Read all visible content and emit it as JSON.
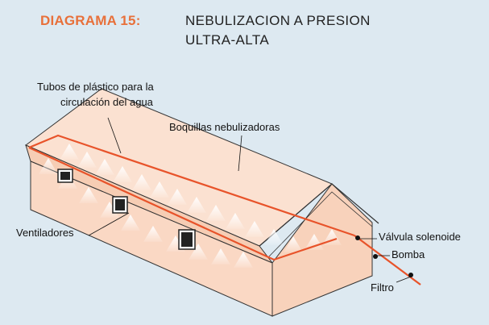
{
  "header": {
    "label": "DIAGRAMA 15:",
    "title_line_1": "NEBULIZACION A PRESION",
    "title_line_2": "ULTRA-ALTA"
  },
  "labels": {
    "tubes_line_1": "Tubos de plástico para la",
    "tubes_line_2": "circulación del agua",
    "nozzles": "Boquillas nebulizadoras",
    "fans": "Ventiladores",
    "valve": "Válvula solenoide",
    "pump": "Bomba",
    "filter": "Filtro"
  },
  "colors": {
    "background": "#dde9f1",
    "header_accent": "#e8703a",
    "building_fill": "#fad8c4",
    "pipe": "#e8532a"
  }
}
